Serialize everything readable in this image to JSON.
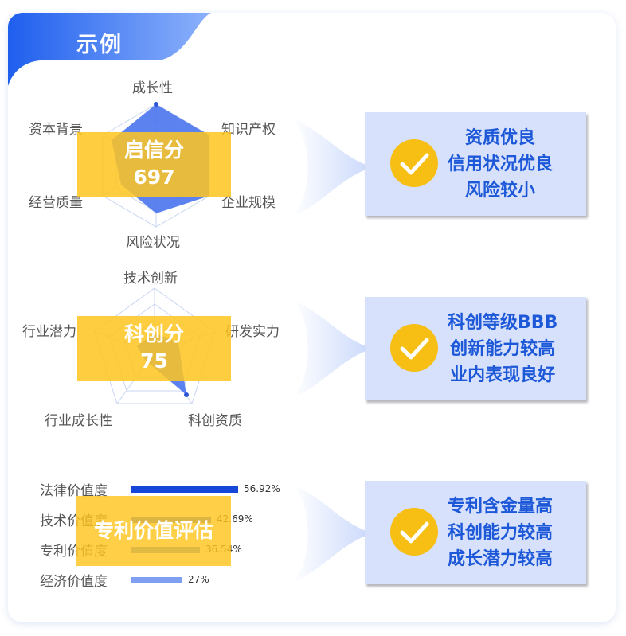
{
  "header": {
    "title": "示例"
  },
  "credit": {
    "axes": [
      "成长性",
      "知识产权",
      "企业规模",
      "风险状况",
      "经营质量",
      "资本背景"
    ],
    "score_label": "启信分",
    "score_value": "697",
    "result_lines": [
      "资质优良",
      "信用状况优良",
      "风险较小"
    ]
  },
  "tech": {
    "axes": [
      "技术创新",
      "研发实力",
      "科创资质",
      "行业成长性",
      "行业潜力"
    ],
    "score_label": "科创分",
    "score_value": "75",
    "result_lines": [
      "科创等级BBB",
      "创新能力较高",
      "业内表现良好"
    ]
  },
  "patent": {
    "title": "专利价值评估",
    "bars": [
      {
        "label": "法律价值度",
        "value": 56.92,
        "pct": "56.92%",
        "color": "#1747d8"
      },
      {
        "label": "技术价值度",
        "value": 42.69,
        "pct": "42.69%",
        "color": "#3a66e4"
      },
      {
        "label": "专利价值度",
        "value": 36.54,
        "pct": "36.54%",
        "color": "#5b83ec"
      },
      {
        "label": "经济价值度",
        "value": 27,
        "pct": "27%",
        "color": "#7f9ff3"
      }
    ],
    "result_lines": [
      "专利含金量高",
      "科创能力较高",
      "成长潜力较高"
    ]
  },
  "colors": {
    "brand": "#2f6bf2",
    "accent": "#f7be14",
    "result_text": "#1c58d8",
    "result_bg": "#d7e1fb"
  }
}
